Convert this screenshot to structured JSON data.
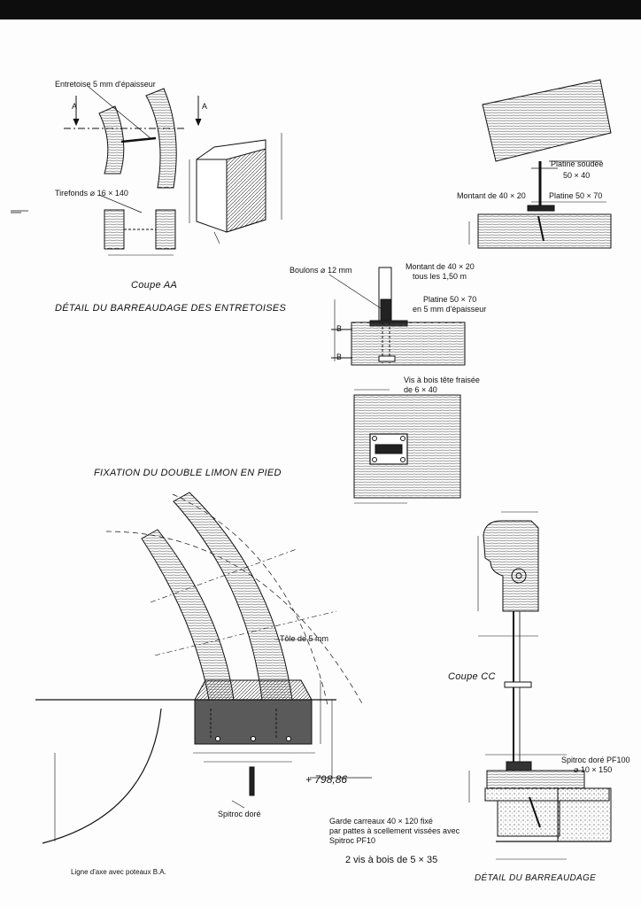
{
  "labels": {
    "entretoise": "Entretoise 5 mm d'épaisseur",
    "tirefonds": "Tirefonds ⌀ 16 × 140",
    "platine_soudee": "Platine soudée",
    "platine_soudee_dim": "50 × 40",
    "montant_40x20": "Montant de 40 × 20",
    "platine_50x70": "Platine 50 × 70",
    "boulons": "Boulons ⌀ 12 mm",
    "montant_tous": "Montant de 40 × 20",
    "tous_les": "tous les 1,50 m",
    "platine_ep": "Platine 50 × 70",
    "platine_ep2": "en 5 mm d'épaisseur",
    "vis_bois": "Vis à bois tête fraisée",
    "vis_bois2": "de 6 × 40",
    "tole": "Tôle de 5 mm",
    "spitroc": "Spitroc doré",
    "spitroc_pf100": "Spitroc doré PF100",
    "spitroc_dim": "⌀ 10 × 150",
    "garde1": "Garde carreaux 40 × 120 fixé",
    "garde2": "par pattes à scellement vissées avec",
    "garde3": "Spitroc PF10",
    "deux_vis": "2 vis à bois de 5 × 35",
    "ligne_axe": "Ligne d'axe avec poteaux B.A.",
    "level": "+ 798,86",
    "arrow_a": "A",
    "arrow_b": "B"
  },
  "titles": {
    "coupe_aa": "Coupe AA",
    "detail_entretoises": "DÉTAIL DU BARREAUDAGE DES ENTRETOISES",
    "fixation": "FIXATION DU DOUBLE LIMON EN PIED",
    "coupe_cc": "Coupe CC",
    "detail_barreaudage": "DÉTAIL DU BARREAUDAGE"
  }
}
